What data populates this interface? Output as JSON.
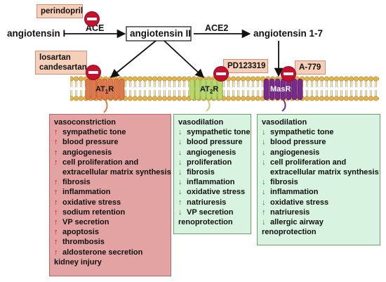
{
  "pathway": {
    "angiotensin_i": "angiotensin I",
    "ace": "ACE",
    "angiotensin_ii": "angiotensin II",
    "ace2": "ACE2",
    "angiotensin_1_7": "angiotensin 1-7"
  },
  "inhibitors": {
    "perindopril": "perindopril",
    "losartan": "losartan",
    "candesartan": "candesartan",
    "pd123319": "PD123319",
    "a779": "A-779"
  },
  "receptors": {
    "at1r": "AT1R",
    "at2r": "AT2R",
    "masr": "MasR"
  },
  "effects_at1r": {
    "header": "vasoconstriction",
    "items": [
      {
        "arrow": "up",
        "text": "sympathetic tone"
      },
      {
        "arrow": "up",
        "text": "blood pressure"
      },
      {
        "arrow": "up",
        "text": "angiogenesis"
      },
      {
        "arrow": "up",
        "text": "cell proliferation and"
      },
      {
        "arrow": "",
        "text": "extracellular matrix synthesis"
      },
      {
        "arrow": "up",
        "text": "fibrosis"
      },
      {
        "arrow": "up",
        "text": "inflammation"
      },
      {
        "arrow": "up",
        "text": "oxidative stress"
      },
      {
        "arrow": "up",
        "text": "sodium retention"
      },
      {
        "arrow": "up",
        "text": "VP secretion"
      },
      {
        "arrow": "up",
        "text": "apoptosis"
      },
      {
        "arrow": "up",
        "text": "thrombosis"
      },
      {
        "arrow": "up",
        "text": "aldosterone secretion"
      }
    ],
    "footer": "kidney injury"
  },
  "effects_at2r": {
    "header": "vasodilation",
    "items": [
      {
        "arrow": "down",
        "text": "sympathetic tone"
      },
      {
        "arrow": "down",
        "text": "blood pressure"
      },
      {
        "arrow": "down",
        "text": "angiogenesis"
      },
      {
        "arrow": "down",
        "text": "proliferation"
      },
      {
        "arrow": "down",
        "text": "fibrosis"
      },
      {
        "arrow": "down",
        "text": "inflammation"
      },
      {
        "arrow": "down",
        "text": "oxidative stress"
      },
      {
        "arrow": "up",
        "text": "natriuresis"
      },
      {
        "arrow": "down",
        "text": "VP secretion"
      }
    ],
    "footer": "renoprotection"
  },
  "effects_masr": {
    "header": "vasodilation",
    "items": [
      {
        "arrow": "down",
        "text": "sympathetic tone"
      },
      {
        "arrow": "down",
        "text": "blood pressure"
      },
      {
        "arrow": "down",
        "text": "angiogenesis"
      },
      {
        "arrow": "down",
        "text": "cell proliferation and"
      },
      {
        "arrow": "",
        "text": "extracellular matrix synthesis"
      },
      {
        "arrow": "down",
        "text": "fibrosis"
      },
      {
        "arrow": "down",
        "text": "inflammation"
      },
      {
        "arrow": "down",
        "text": "oxidative stress"
      },
      {
        "arrow": "up",
        "text": "natriuresis"
      },
      {
        "arrow": "down",
        "text": "allergic airway"
      }
    ],
    "footer": "renoprotection"
  },
  "colors": {
    "inhibit_red": "#c8102e",
    "up_arrow": "#d01010",
    "down_arrow": "#2a8a2a",
    "panel_red": "#e3a3a3",
    "panel_green": "#d8f3df",
    "drug_box": "#f6cfb8",
    "at1r_receptor": "#e07a4a",
    "at2r_receptor": "#b8d86a",
    "masr_receptor": "#7a2a8a",
    "membrane": "#e8c070"
  }
}
